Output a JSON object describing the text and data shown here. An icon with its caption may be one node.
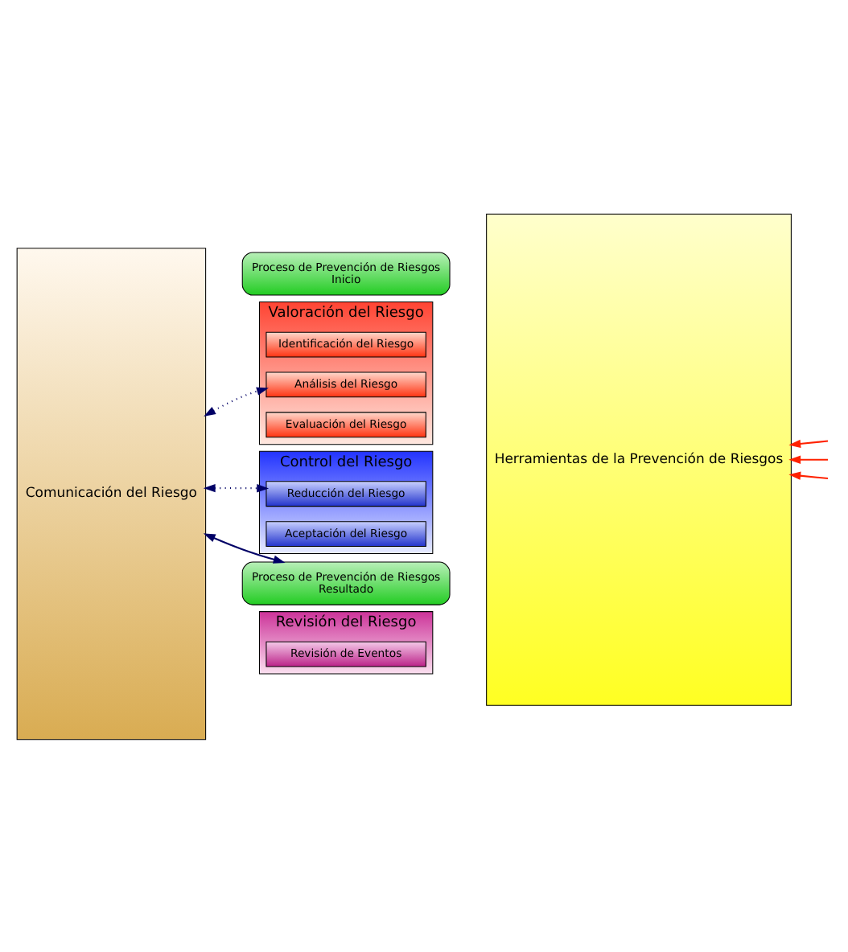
{
  "diagram": {
    "nodes": [
      {
        "text": [
          "Comunicación del Riesgo"
        ]
      },
      {
        "text": [
          "Herramientas de la Prevención de Riesgos"
        ]
      },
      {
        "text": [
          "Proceso de Prevención de Riesgos",
          "Inicio"
        ]
      },
      {
        "text": [
          "Valoración del Riesgo"
        ]
      },
      {
        "text": [
          "Identificación del Riesgo"
        ],
        "in": 3
      },
      {
        "text": [
          "Análisis del Riesgo"
        ],
        "in": 3
      },
      {
        "text": [
          "Evaluación del Riesgo"
        ],
        "in": 3
      },
      {
        "text": [
          "Control del Riesgo"
        ]
      },
      {
        "text": [
          "Reducción del Riesgo"
        ],
        "in": 7
      },
      {
        "text": [
          "Aceptación del Riesgo"
        ],
        "in": 7
      },
      {
        "text": [
          "Proceso de Prevención de Riesgos",
          "Resultado"
        ]
      },
      {
        "text": [
          "Revisión del Riesgo"
        ]
      },
      {
        "text": [
          "Revisión de Eventos"
        ],
        "in": 11
      }
    ],
    "edges": [
      {
        "from": 0,
        "to": 5,
        "arrow": "both",
        "style": "dashed"
      },
      {
        "from": 0,
        "to": 8,
        "arrow": "both",
        "style": "dashed"
      },
      {
        "from": 0,
        "to": 10,
        "arrow": "both"
      },
      {
        "from": null,
        "to": 1,
        "arrow": "to",
        "color": "#ff2200"
      },
      {
        "from": null,
        "to": 1,
        "arrow": "to",
        "color": "#ff2200"
      },
      {
        "from": null,
        "to": 1,
        "arrow": "to",
        "color": "#ff2200"
      }
    ]
  }
}
